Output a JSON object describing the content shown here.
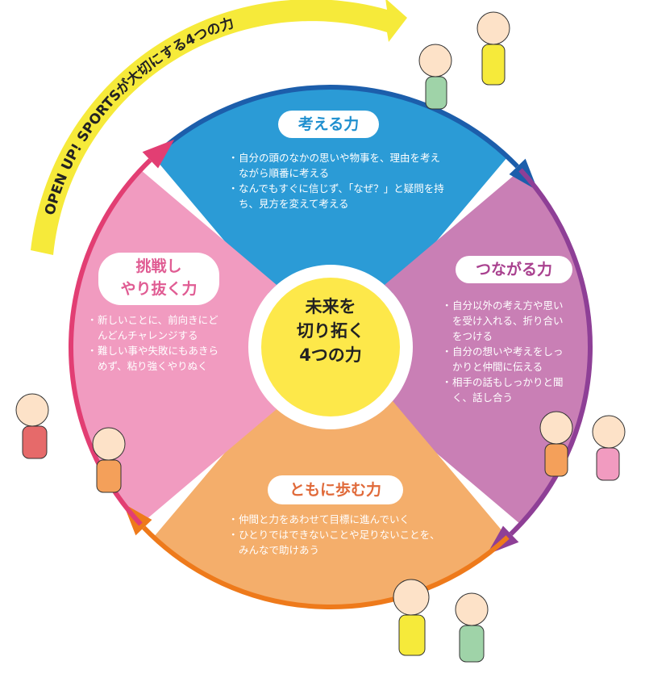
{
  "banner": {
    "text": "OPEN UP! SPORTSが大切にする4つの力"
  },
  "center": {
    "lines": [
      "未来を",
      "切り拓く",
      "4つの力"
    ]
  },
  "sections": {
    "think": {
      "title": "考える力",
      "items": [
        "自分の頭のなかの思いや物事を、理由を考えながら順番に考える",
        "なんでもすぐに信じず、「なぜ？」と疑問を持ち、見方を変えて考える"
      ]
    },
    "connect": {
      "title": "つながる力",
      "items": [
        "自分以外の考え方や思いを受け入れる、折り合いをつける",
        "自分の想いや考えをしっかりと仲間に伝える",
        "相手の話もしっかりと聞く、話し合う"
      ]
    },
    "together": {
      "title": "ともに歩む力",
      "items": [
        "仲間と力をあわせて目標に進んでいく",
        "ひとりではできないことや足りないことを、みんなで助けあう"
      ]
    },
    "challenge": {
      "title_lines": [
        "挑戦し",
        "やり抜く力"
      ],
      "items": [
        "新しいことに、前向きにどんどんチャレンジする",
        "難しい事や失敗にもあきらめず、粘り強くやりぬく"
      ]
    }
  },
  "colors": {
    "think": "#2b9bd6",
    "think_stroke": "#1c5eab",
    "connect": "#c97fb5",
    "connect_stroke": "#8e3f96",
    "together": "#f4ae6b",
    "together_stroke": "#ee7a1b",
    "challenge": "#f19bc0",
    "challenge_stroke": "#e23e73",
    "center": "#fde84a",
    "banner": "#f6ea3a"
  }
}
